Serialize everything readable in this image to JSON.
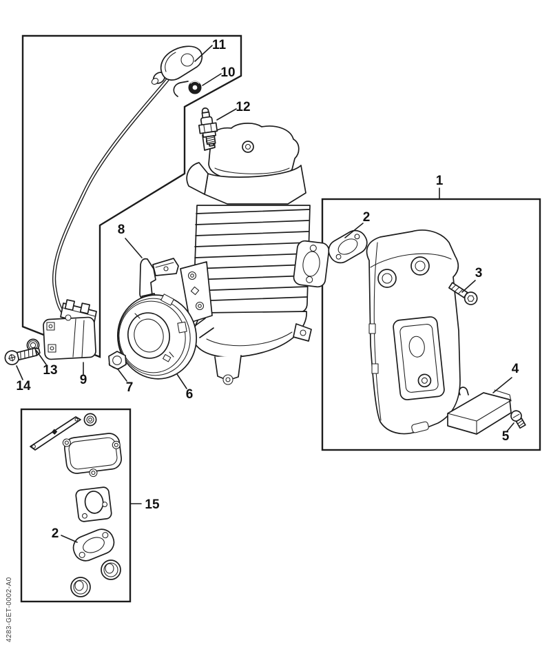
{
  "diagram": {
    "footer_code": "4283-GET-0002-A0",
    "colors": {
      "background": "#ffffff",
      "line": "#1c1c1c"
    },
    "callouts": {
      "c1": {
        "label": "1"
      },
      "c2_muffler": {
        "label": "2"
      },
      "c2_kit": {
        "label": "2"
      },
      "c3": {
        "label": "3"
      },
      "c4": {
        "label": "4"
      },
      "c5": {
        "label": "5"
      },
      "c6": {
        "label": "6"
      },
      "c7": {
        "label": "7"
      },
      "c8": {
        "label": "8"
      },
      "c9": {
        "label": "9"
      },
      "c10": {
        "label": "10"
      },
      "c11": {
        "label": "11"
      },
      "c12": {
        "label": "12"
      },
      "c13": {
        "label": "13"
      },
      "c14": {
        "label": "14"
      },
      "c15": {
        "label": "15"
      }
    }
  }
}
